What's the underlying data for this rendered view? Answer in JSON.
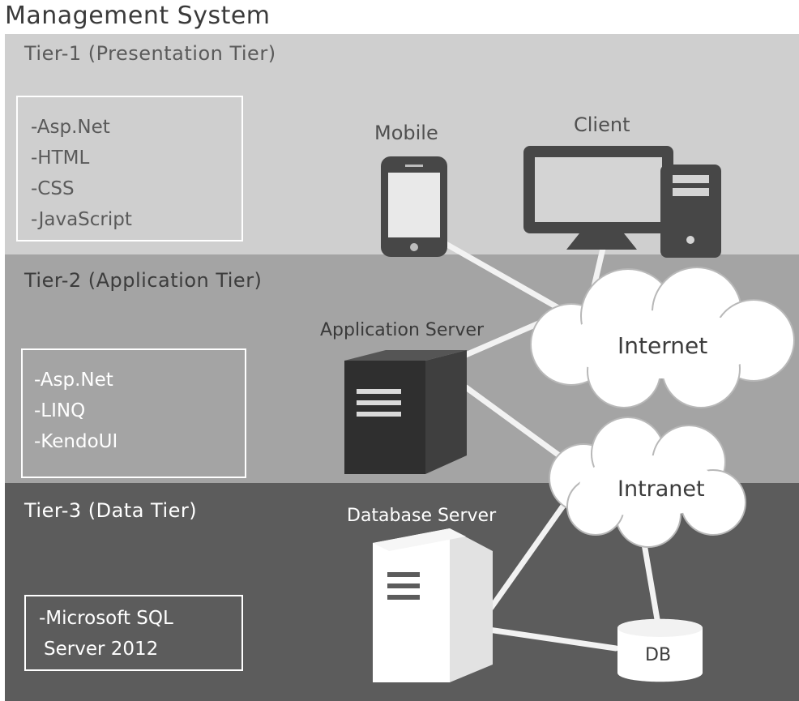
{
  "title": "Management System",
  "tiers": [
    {
      "label": "Tier-1 (Presentation Tier)",
      "technologies": [
        "-Asp.Net",
        "-HTML",
        "-CSS",
        "-JavaScript"
      ]
    },
    {
      "label": "Tier-2 (Application Tier)",
      "technologies": [
        "-Asp.Net",
        "-LINQ",
        "-KendoUI"
      ]
    },
    {
      "label": "Tier-3 (Data Tier)",
      "technologies": [
        "-Microsoft SQL",
        "Server 2012"
      ]
    }
  ],
  "nodes": {
    "mobile": "Mobile",
    "client": "Client",
    "app_server": "Application Server",
    "db_server": "Database Server",
    "internet": "Internet",
    "intranet": "Intranet",
    "db": "DB"
  },
  "colors": {
    "tier1": "#cfcfcf",
    "tier2": "#a4a4a4",
    "tier3": "#5c5c5c",
    "device_dark": "#474747",
    "server_dark": "#2f2f2f"
  }
}
